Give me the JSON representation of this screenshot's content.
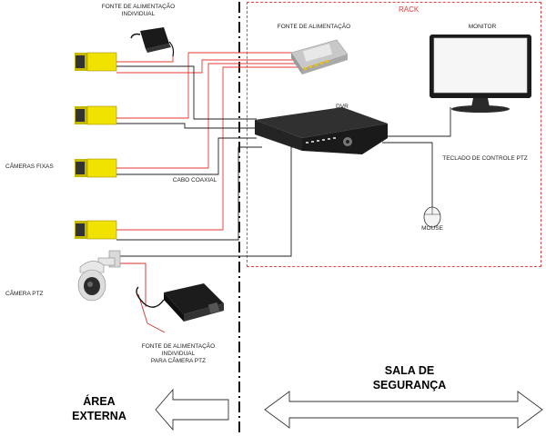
{
  "labels": {
    "rack": "RACK",
    "fonte_individual": [
      "FONTE DE ALIMENTAÇÃO",
      "INDIVIDUAL"
    ],
    "fonte_rack": "FONTE DE ALIMENTAÇÃO",
    "monitor": "MONITOR",
    "dvr": "DVR",
    "cameras_fixas": "CÂMERAS FIXAS",
    "cabo_coaxial": "CABO COAXIAL",
    "teclado_ptz": "TECLADO DE CONTROLE PTZ",
    "mouse": "MOUSE",
    "camera_ptz": "CÂMERA PTZ",
    "fonte_ptz": [
      "FONTE DE ALIMENTAÇÃO",
      "INDIVIDUAL",
      "PARA CÂMERA PTZ"
    ],
    "sala": [
      "SALA DE",
      "SEGURANÇA"
    ],
    "area": [
      "ÁREA",
      "EXTERNA"
    ]
  },
  "colors": {
    "power_wire": "#e53935",
    "video_wire": "#222222",
    "rack_border": "#e84646",
    "camera_body": "#f2e200"
  }
}
